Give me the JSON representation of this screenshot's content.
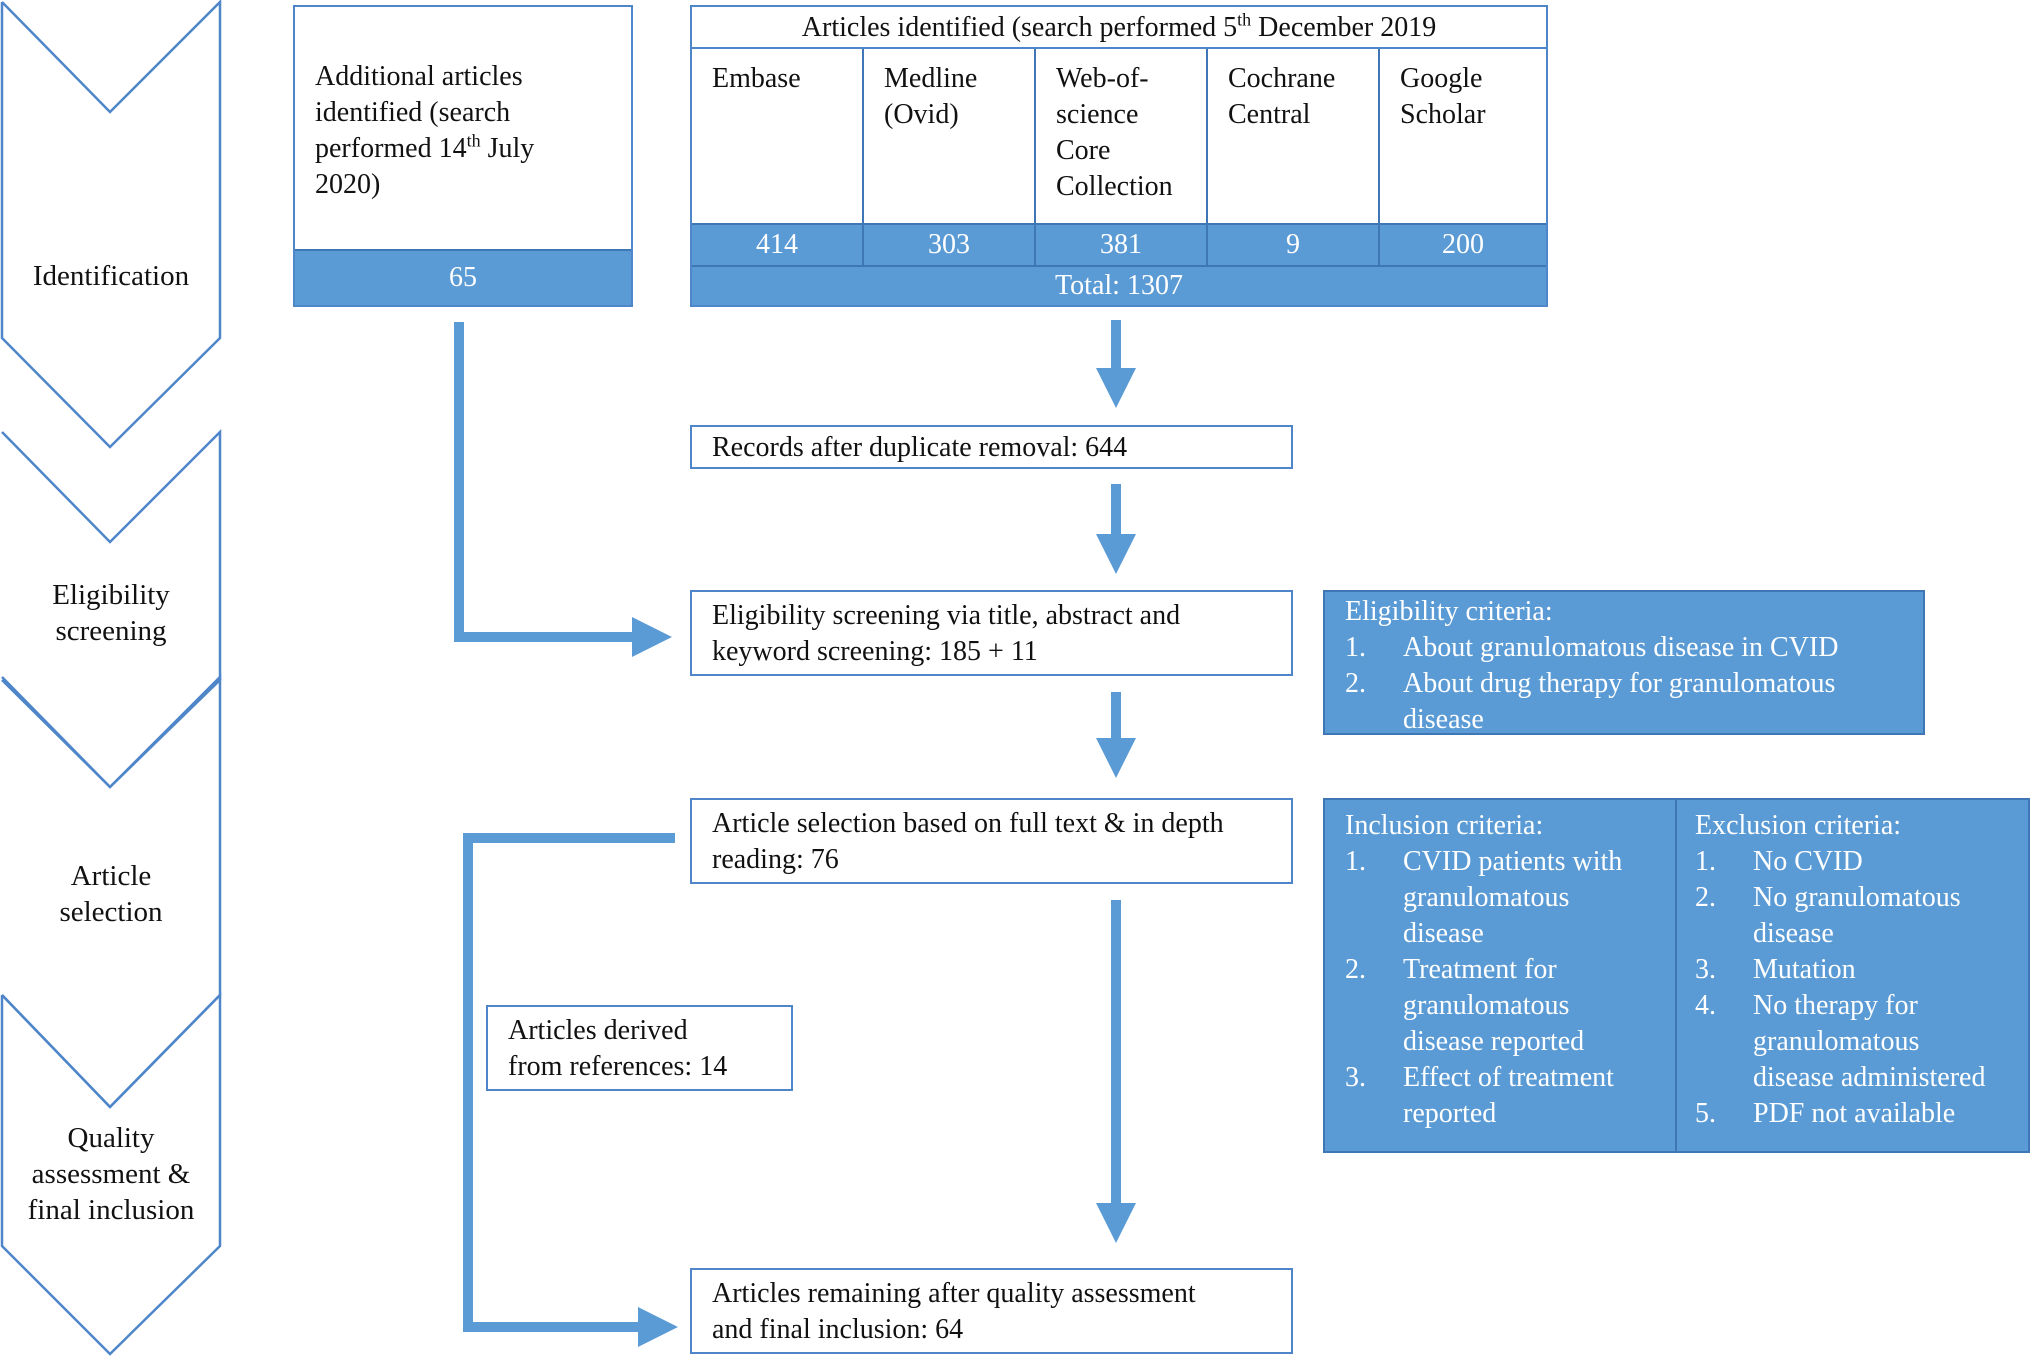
{
  "stages": [
    {
      "label_lines": [
        "Identification"
      ]
    },
    {
      "label_lines": [
        "Eligibility",
        "screening"
      ]
    },
    {
      "label_lines": [
        "Article",
        "selection"
      ]
    },
    {
      "label_lines": [
        "Quality",
        "assessment &",
        "final inclusion"
      ]
    }
  ],
  "additional": {
    "line1": "Additional articles",
    "line2": "identified (search",
    "line3_pre": "performed  14",
    "line3_sup": "th",
    "line3_post": " July",
    "line4": "2020)",
    "count": "65"
  },
  "identified": {
    "title_pre": "Articles identified (search performed  5",
    "title_sup": "th",
    "title_post": " December  2019",
    "databases": [
      {
        "name_lines": [
          "Embase"
        ],
        "count": "414"
      },
      {
        "name_lines": [
          "Medline",
          "(Ovid)"
        ],
        "count": "303"
      },
      {
        "name_lines": [
          "Web-of-",
          "science",
          "Core",
          "Collection"
        ],
        "count": "381"
      },
      {
        "name_lines": [
          "Cochrane",
          "Central"
        ],
        "count": "9"
      },
      {
        "name_lines": [
          "Google",
          "Scholar"
        ],
        "count": "200"
      }
    ],
    "total": "Total: 1307"
  },
  "duplicate": {
    "text": "Records after duplicate removal:  644"
  },
  "eligibility": {
    "line1": "Eligibility  screening via title, abstract and",
    "line2": "keyword screening: 185  + 11"
  },
  "eligibility_criteria": {
    "title": "Eligibility  criteria:",
    "items": [
      {
        "num": "1.",
        "lines": [
          "About granulomatous disease in CVID"
        ]
      },
      {
        "num": "2.",
        "lines": [
          "About drug therapy for granulomatous",
          "disease"
        ]
      }
    ]
  },
  "selection": {
    "line1": "Article  selection based on full  text & in depth",
    "line2": "reading: 76"
  },
  "inclusion": {
    "title": "Inclusion criteria:",
    "items": [
      {
        "num": "1.",
        "lines": [
          "CVID  patients with",
          "granulomatous",
          "disease"
        ]
      },
      {
        "num": "2.",
        "lines": [
          "Treatment for",
          "granulomatous",
          "disease reported"
        ]
      },
      {
        "num": "3.",
        "lines": [
          "Effect  of treatment",
          "reported"
        ]
      }
    ]
  },
  "exclusion": {
    "title": "Exclusion  criteria:",
    "items": [
      {
        "num": "1.",
        "lines": [
          "No CVID"
        ]
      },
      {
        "num": "2.",
        "lines": [
          "No granulomatous",
          "disease"
        ]
      },
      {
        "num": "3.",
        "lines": [
          "Mutation"
        ]
      },
      {
        "num": "4.",
        "lines": [
          "No therapy for",
          "granulomatous",
          "disease administered"
        ]
      },
      {
        "num": "5.",
        "lines": [
          "PDF  not available"
        ]
      }
    ]
  },
  "references": {
    "line1": "Articles derived",
    "line2": "from references:  14"
  },
  "final": {
    "line1": "Articles remaining  after quality assessment",
    "line2": "and final inclusion: 64"
  },
  "colors": {
    "accent": "#5b9bd5",
    "border": "#4e86c9"
  }
}
